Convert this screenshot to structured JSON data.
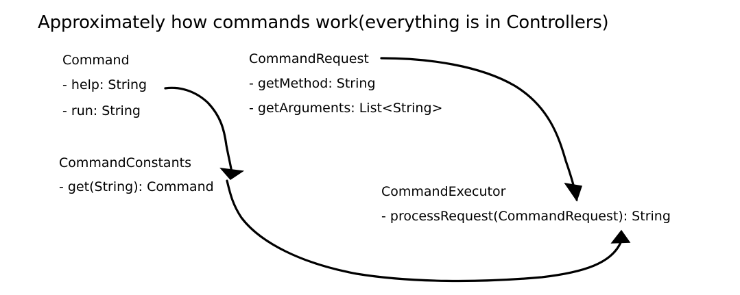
{
  "diagram": {
    "title": "Approximately how commands work(everything is in Controllers)",
    "nodes": {
      "command": {
        "name": "Command",
        "members": [
          "- help: String",
          "-  run: String"
        ]
      },
      "command_request": {
        "name": "CommandRequest",
        "members": [
          "- getMethod: String",
          "- getArguments: List<String>"
        ]
      },
      "command_constants": {
        "name": "CommandConstants",
        "members": [
          "- get(String): Command"
        ]
      },
      "command_executor": {
        "name": "CommandExecutor",
        "members": [
          "- processRequest(CommandRequest): String"
        ]
      }
    },
    "edges": [
      {
        "from": "Command",
        "to": "CommandConstants"
      },
      {
        "from": "CommandRequest",
        "to": "CommandExecutor"
      },
      {
        "from": "CommandConstants",
        "to": "CommandExecutor"
      }
    ],
    "colors": {
      "background": "#ffffff",
      "ink": "#000000"
    }
  }
}
